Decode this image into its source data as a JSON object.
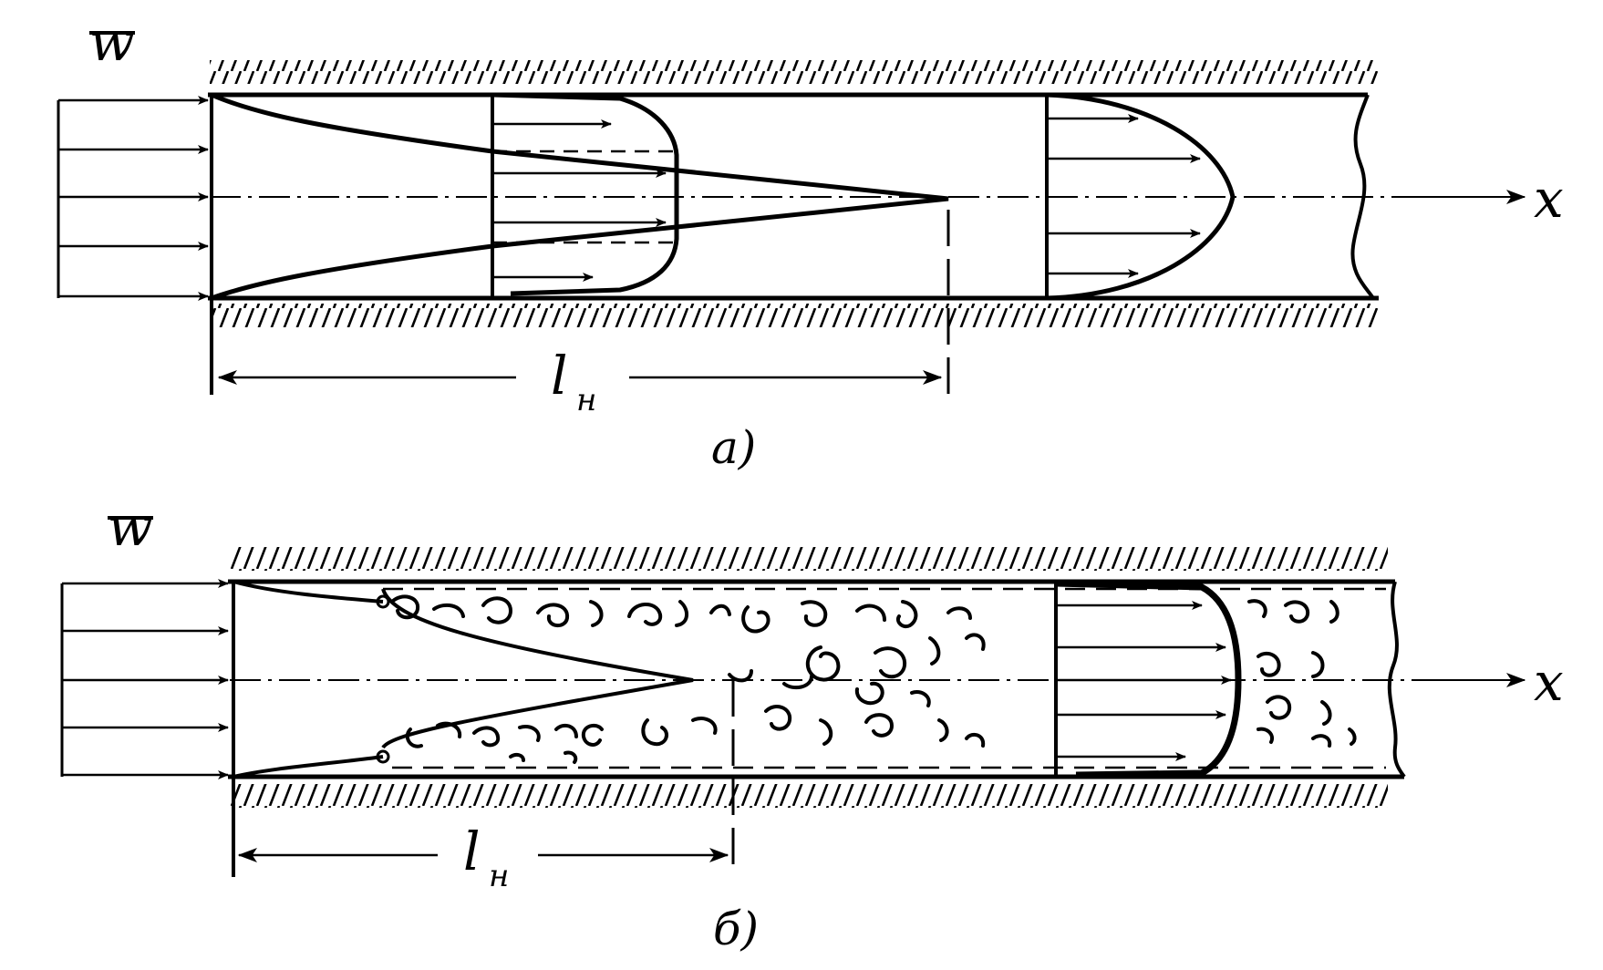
{
  "colors": {
    "ink": "#000000",
    "background": "#ffffff"
  },
  "panels": [
    {
      "id": "a",
      "caption": "a)",
      "velocity_label": "w",
      "axis_label": "x",
      "length_label": "l",
      "length_subscript": "н",
      "flow_regime": "laminar"
    },
    {
      "id": "b",
      "caption": "б)",
      "velocity_label": "w",
      "axis_label": "x",
      "length_label": "l",
      "length_subscript": "н",
      "flow_regime": "turbulent"
    }
  ]
}
